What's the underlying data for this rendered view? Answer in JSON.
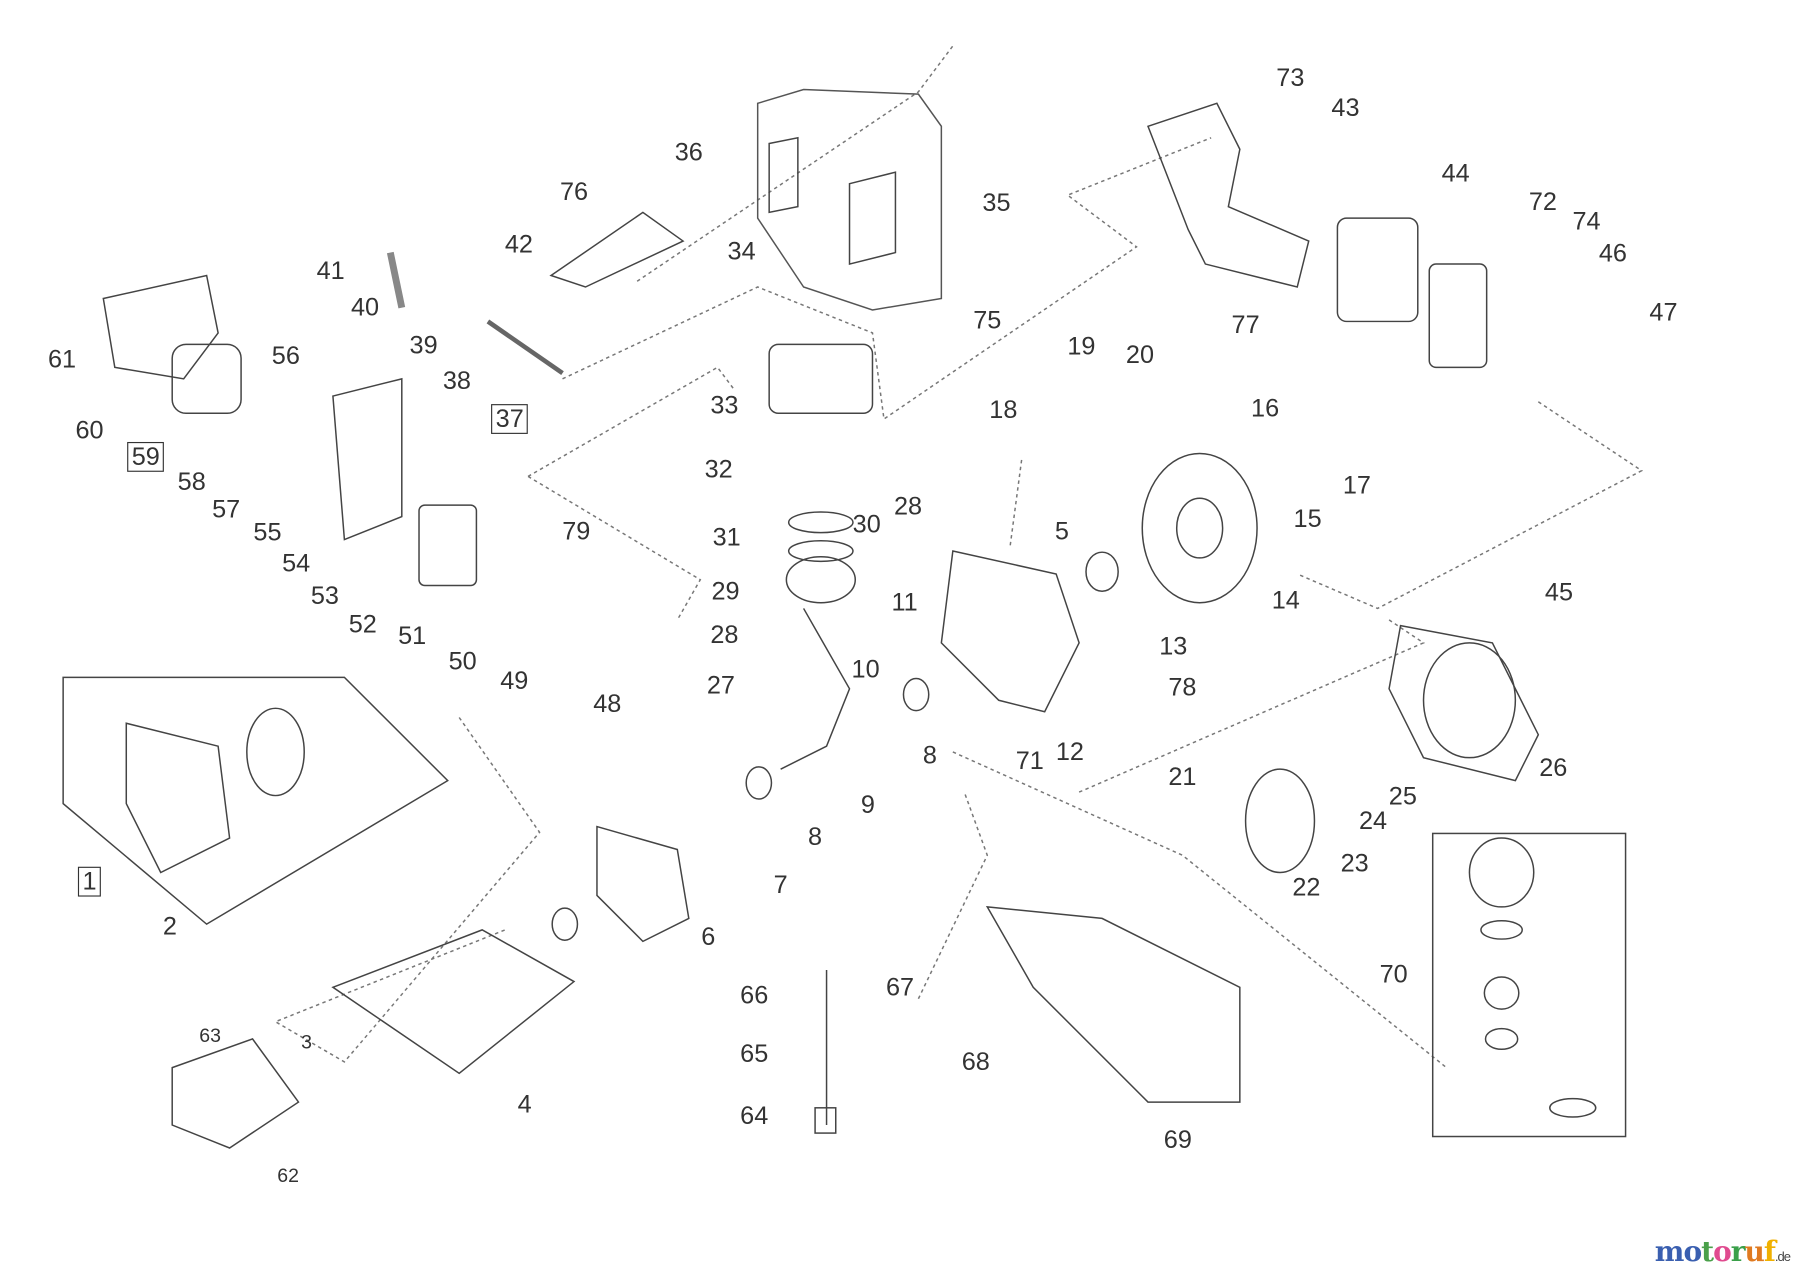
{
  "labels": [
    "73",
    "43",
    "36",
    "76",
    "35",
    "44",
    "72",
    "74",
    "46",
    "47",
    "42",
    "41",
    "34",
    "40",
    "39",
    "75",
    "77",
    "61",
    "56",
    "38",
    "37",
    "60",
    "19",
    "20",
    "33",
    "18",
    "16",
    "59",
    "58",
    "32",
    "17",
    "57",
    "15",
    "28",
    "55",
    "30",
    "31",
    "79",
    "5",
    "54",
    "53",
    "29",
    "14",
    "45",
    "11",
    "52",
    "51",
    "28",
    "13",
    "50",
    "49",
    "27",
    "10",
    "78",
    "48",
    "8",
    "12",
    "71",
    "26",
    "21",
    "25",
    "9",
    "24",
    "8",
    "1",
    "23",
    "22",
    "7",
    "70",
    "2",
    "6",
    "67",
    "66",
    "63",
    "3",
    "65",
    "68",
    "4",
    "64",
    "69",
    "62"
  ],
  "logo": {
    "text": "motoruf",
    "suffix": ".de",
    "letter_colors": [
      "#3a5fb0",
      "#3a5fb0",
      "#4aa04a",
      "#e04b8f",
      "#3aa04a",
      "#e07a20",
      "#f0b000"
    ]
  }
}
